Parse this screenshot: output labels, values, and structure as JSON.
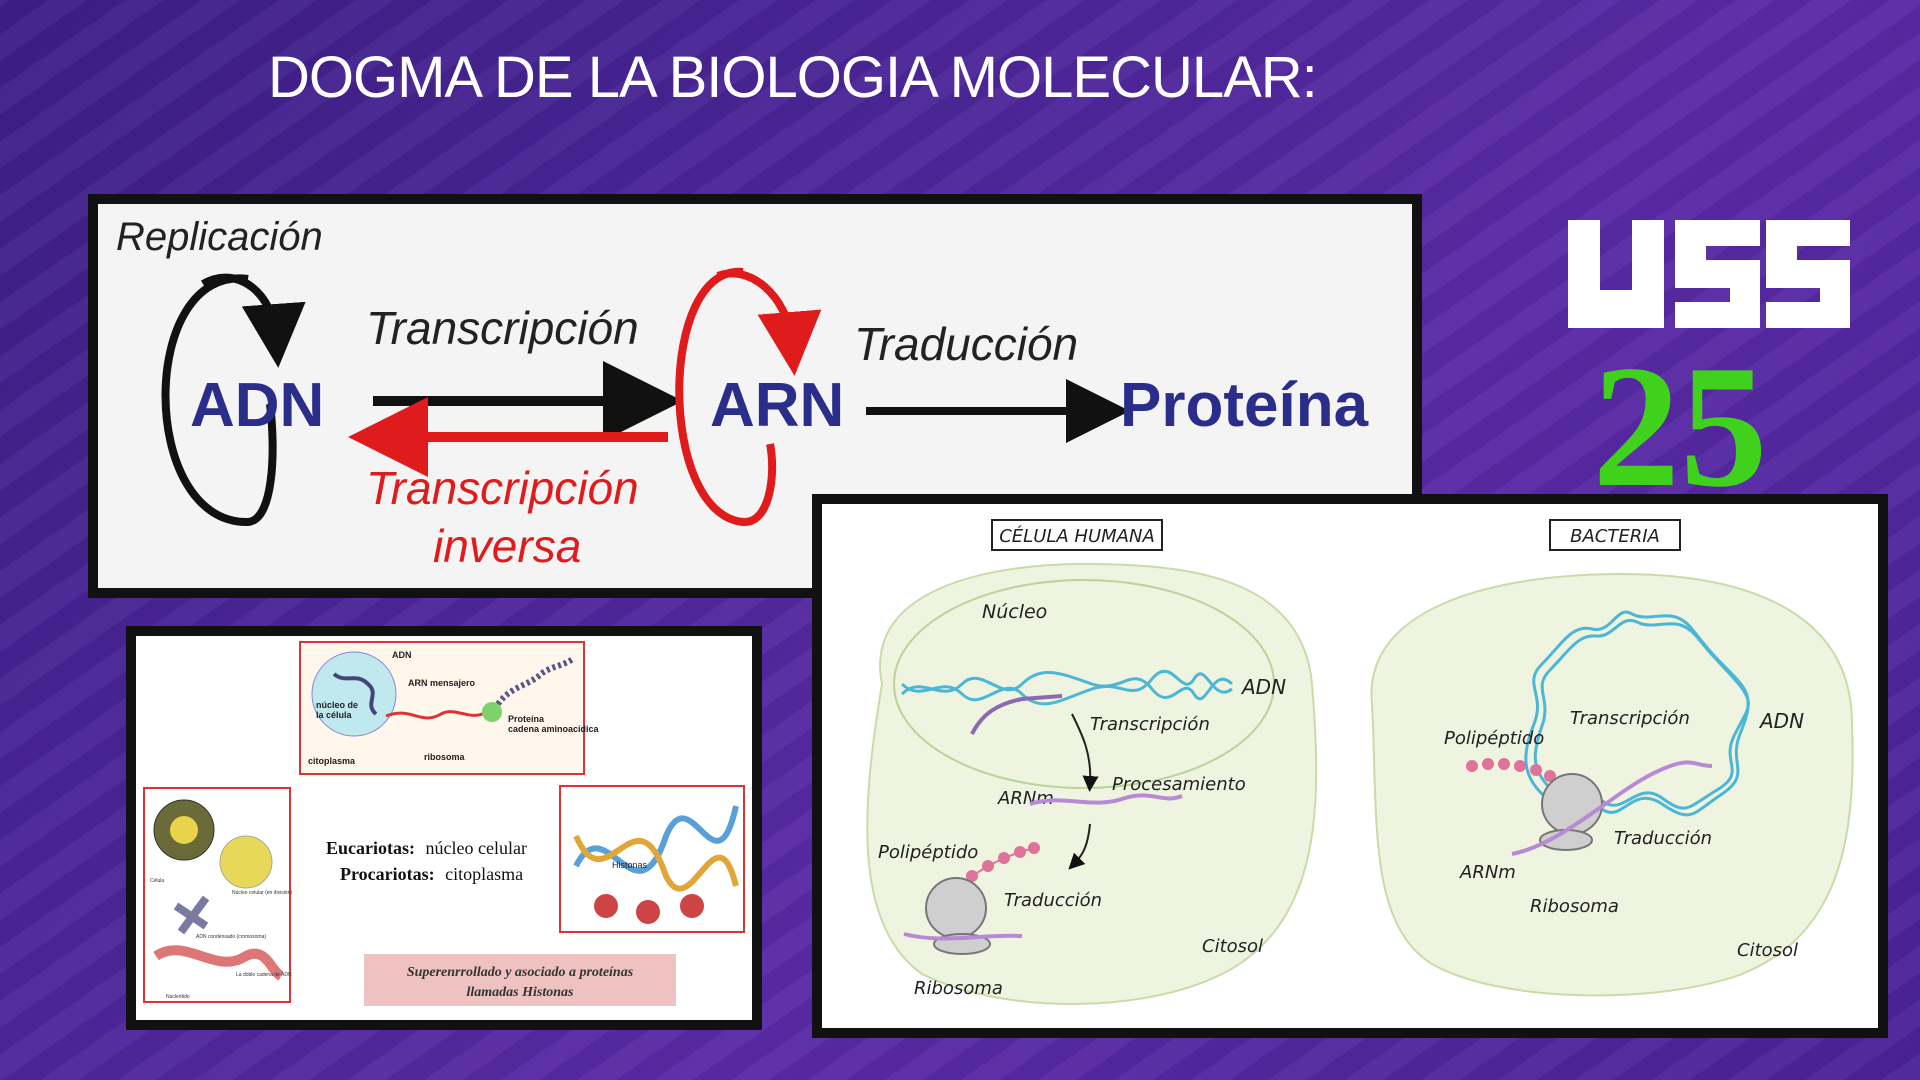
{
  "slide": {
    "title": "DOGMA DE LA BIOLOGIA MOLECULAR:"
  },
  "logo": {
    "brand": "USS",
    "number": "25",
    "colors": {
      "brand": "#ffffff",
      "number": "#3fd11c"
    }
  },
  "dogma": {
    "replication": "Replicación",
    "dna": "ADN",
    "rna": "ARN",
    "protein": "Proteína",
    "transcription": "Transcripción",
    "reverse_transcription_1": "Transcripción",
    "reverse_transcription_2": "inversa",
    "translation": "Traducción",
    "colors": {
      "node": "#2b2d8a",
      "reverse": "#e01b1b",
      "arrow": "#111111"
    }
  },
  "location": {
    "label_dna": "ADN",
    "label_mrna": "ARN mensajero",
    "label_nucleus_1": "núcleo de",
    "label_nucleus_2": "la célula",
    "label_protein_1": "Proteína",
    "label_protein_2": "cadena aminoacídica",
    "label_cytoplasm": "citoplasma",
    "label_ribosome": "ribosoma",
    "euk_label": "Eucariotas:",
    "euk_value": "núcleo celular",
    "prok_label": "Procariotas:",
    "prok_value": "citoplasma",
    "chromatin_labels": [
      "Célula",
      "Núcleo celular (en división)",
      "ADN condensado (cromosoma)",
      "La doble cadena de ADN",
      "Nucleótido"
    ],
    "histones_label": "Histonas",
    "note_1": "Superenrrollado y asociado a proteínas",
    "note_2": "llamadas Histonas"
  },
  "cells": {
    "human": {
      "title": "CÉLULA HUMANA",
      "nucleus": "Núcleo",
      "dna": "ADN",
      "transcription": "Transcripción",
      "processing": "Procesamiento",
      "mrna": "ARNm",
      "polypeptide": "Polipéptido",
      "translation": "Traducción",
      "ribosome": "Ribosoma",
      "cytosol": "Citosol"
    },
    "bacteria": {
      "title": "BACTERIA",
      "transcription": "Transcripción",
      "dna": "ADN",
      "polypeptide": "Polipéptido",
      "translation": "Traducción",
      "mrna": "ARNm",
      "ribosome": "Ribosoma",
      "cytosol": "Citosol"
    }
  }
}
